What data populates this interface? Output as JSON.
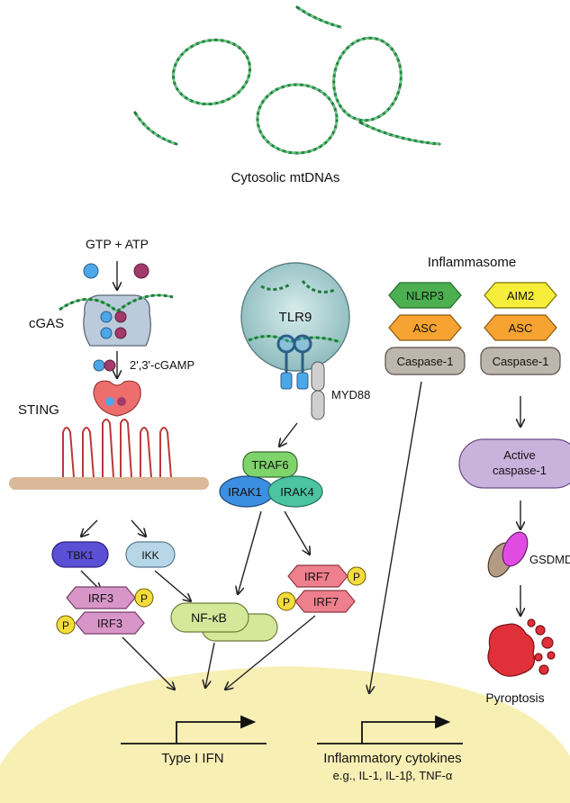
{
  "header": {
    "title": "Cytosolic mtDNAs"
  },
  "cgas_pathway": {
    "substrates": "GTP + ATP",
    "cgas": "cGAS",
    "product": "2',3'-cGAMP",
    "sting": "STING",
    "tbk1": "TBK1",
    "ikk": "IKK",
    "irf3": "IRF3",
    "nfkb": "NF-κB"
  },
  "tlr9_pathway": {
    "tlr9": "TLR9",
    "myd88": "MYD88",
    "traf6": "TRAF6",
    "irak1": "IRAK1",
    "irak4": "IRAK4",
    "irf7": "IRF7"
  },
  "phospho": "P",
  "inflammasome": {
    "title": "Inflammasome",
    "nlrp3": "NLRP3",
    "aim2": "AIM2",
    "asc": "ASC",
    "caspase": "Caspase-1",
    "active_caspase_line1": "Active",
    "active_caspase_line2": "caspase-1",
    "gsdmd": "GSDMD",
    "pyroptosis": "Pyroptosis"
  },
  "nucleus": {
    "type1_ifn": "Type I IFN",
    "cytokines": "Inflammatory cytokines",
    "cytokine_examples": "e.g., IL-1, IL-1β, TNF-α"
  },
  "colors": {
    "dna": "#2e9a4e",
    "nucleus": "#f8efb5",
    "sting": "#ee6e6e",
    "membrane": "#d9b99a",
    "tbk1": "#5b4fd6",
    "ikk": "#b7d7e8",
    "irf3": "#d896c8",
    "nfkb": "#d4e89a",
    "traf6": "#7ed36b",
    "irak1": "#3c8ee0",
    "irak4": "#4cc3a3",
    "irf7": "#ee7f8c",
    "phospho": "#f3dc3c",
    "nlrp3": "#4cb050",
    "aim2": "#f6ee3a",
    "asc": "#f6a332",
    "caspase": "#bdb6ac",
    "active_caspase": "#c9b2dc",
    "gsdmd": "#e04ce2",
    "pyroptosis": "#e0303a"
  }
}
